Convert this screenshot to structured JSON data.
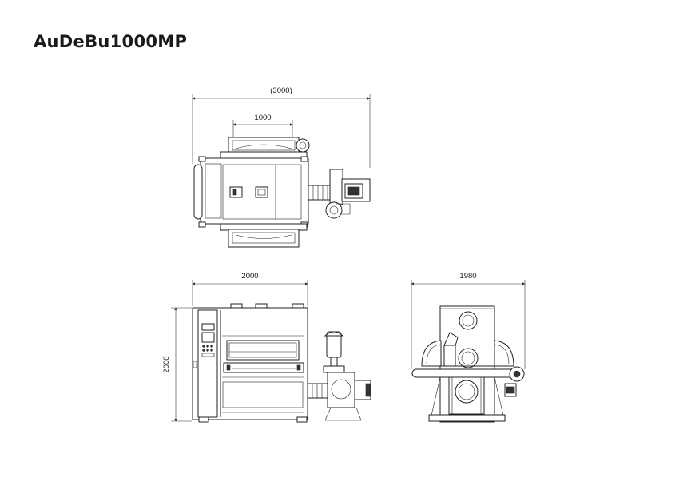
{
  "title": "AuDeBu1000MP",
  "dimensions": {
    "top_overall_width": "(3000)",
    "top_working_width": "1000",
    "front_width": "2000",
    "front_height": "2000",
    "side_width": "1980"
  },
  "colors": {
    "line": "#222222",
    "background": "#ffffff"
  }
}
